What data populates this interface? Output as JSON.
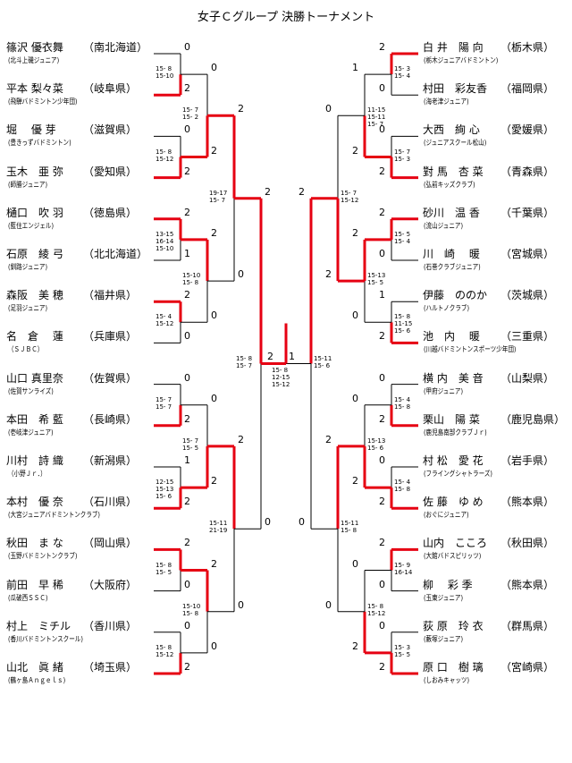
{
  "title": "女子Ｃグループ 決勝トーナメント",
  "left_players": [
    {
      "name": "篠沢 優衣舞",
      "pref": "（南北海道）",
      "club": "(北斗上磯ジュニア)"
    },
    {
      "name": "平本 梨々菜",
      "pref": "（岐阜県）",
      "club": "(飛騨バドミントン少年団)"
    },
    {
      "name": "堀　 優 芽",
      "pref": "（滋賀県）",
      "club": "(豊きっずバドミントン)"
    },
    {
      "name": "玉木　亜 弥",
      "pref": "（愛知県）",
      "club": "(師勝ジュニア)"
    },
    {
      "name": "樋口　吹 羽",
      "pref": "（徳島県）",
      "club": "(藍住エンジェル)"
    },
    {
      "name": "石原　綾 弓",
      "pref": "（北北海道）",
      "club": "(釧路ジュニア)"
    },
    {
      "name": "森阪　美 穂",
      "pref": "（福井県）",
      "club": "(足羽ジュニア)"
    },
    {
      "name": "名　倉　 蓮",
      "pref": "（兵庫県）",
      "club": "（ＳＪＢＣ）"
    },
    {
      "name": "山口 真里奈",
      "pref": "（佐賀県）",
      "club": "(佐賀サンライズ)"
    },
    {
      "name": "本田　希 藍",
      "pref": "（長崎県）",
      "club": "(壱岐津ジュニア)"
    },
    {
      "name": "川村　詩 織",
      "pref": "（新潟県）",
      "club": "（小野Ｊｒ．）"
    },
    {
      "name": "本村　優 奈",
      "pref": "（石川県）",
      "club": "(大宮ジュニアバドミントンクラブ)"
    },
    {
      "name": "秋田　ま な",
      "pref": "（岡山県）",
      "club": "(玉野バドミントンクラブ)"
    },
    {
      "name": "前田　早 稀",
      "pref": "（大阪府）",
      "club": "(瓜破西ＳＳＣ)"
    },
    {
      "name": "村上　ミチル",
      "pref": "（香川県）",
      "club": "(香川バドミントンスクール)"
    },
    {
      "name": "山北　眞 緒",
      "pref": "（埼玉県）",
      "club": "(鶴ヶ島Ａｎｇｅｌｓ)"
    }
  ],
  "right_players": [
    {
      "name": "白 井　陽 向",
      "pref": "（栃木県）",
      "club": "(栃木ジュニアバドミントン)"
    },
    {
      "name": "村田　彩友香",
      "pref": "（福岡県）",
      "club": "(海老津ジュニア)"
    },
    {
      "name": "大西　絢 心",
      "pref": "（愛媛県）",
      "club": "(ジュニアスクール松山)"
    },
    {
      "name": "對 馬　杏 菜",
      "pref": "（青森県）",
      "club": "(弘前キッズクラブ)"
    },
    {
      "name": "砂川　温 香",
      "pref": "（千葉県）",
      "club": "(流山ジュニア)"
    },
    {
      "name": "川　崎　 暖",
      "pref": "（宮城県）",
      "club": "(石巻クラブジュニア)"
    },
    {
      "name": "伊藤　ののか",
      "pref": "（茨城県）",
      "club": "(ハルトノクラブ)"
    },
    {
      "name": "池　内　 暖",
      "pref": "（三重県）",
      "club": "(川越バドミントンスポーツ少年団)"
    },
    {
      "name": "横 内　美 音",
      "pref": "（山梨県）",
      "club": "(甲府ジュニア)"
    },
    {
      "name": "栗山　陽 菜",
      "pref": "（鹿児島県）",
      "club": "(鹿児島南部クラブＪｒ)"
    },
    {
      "name": "村 松　愛 花",
      "pref": "（岩手県）",
      "club": "(フライングシャトラーズ)"
    },
    {
      "name": "佐 藤　ゆ め",
      "pref": "（熊本県）",
      "club": "(おぐにジュニア)"
    },
    {
      "name": "山内　こころ",
      "pref": "（秋田県）",
      "club": "(大館バドスピリッツ)"
    },
    {
      "name": "柳　 彩 季",
      "pref": "（熊本県）",
      "club": "(玉東ジュニア)"
    },
    {
      "name": "荻 原　玲 衣",
      "pref": "（群馬県）",
      "club": "(藪塚ジュニア)"
    },
    {
      "name": "原 口　樹 璃",
      "pref": "（宮崎県）",
      "club": "(しおみキャッツ)"
    }
  ],
  "left_r1": [
    {
      "top": "0",
      "bottom": "2",
      "score": "15- 8\n15-10"
    },
    {
      "top": "0",
      "bottom": "2",
      "score": "15- 8\n15-12"
    },
    {
      "top": "2",
      "bottom": "1",
      "score": "13-15\n16-14\n15-10"
    },
    {
      "top": "2",
      "bottom": "0",
      "score": "15- 4\n15-12"
    },
    {
      "top": "0",
      "bottom": "2",
      "score": "15- 7\n15- 7"
    },
    {
      "top": "1",
      "bottom": "2",
      "score": "12-15\n15-13\n15- 6"
    },
    {
      "top": "2",
      "bottom": "0",
      "score": "15- 8\n15- 5"
    },
    {
      "top": "0",
      "bottom": "2",
      "score": "15- 8\n15-12"
    }
  ],
  "left_r2": [
    {
      "top": "0",
      "bottom": "2",
      "score": "15- 7\n15- 2"
    },
    {
      "top": "2",
      "bottom": "0",
      "score": "15-10\n15- 8"
    },
    {
      "top": "0",
      "bottom": "2",
      "score": "15- 7\n15- 5"
    },
    {
      "top": "2",
      "bottom": "0",
      "score": "15-10\n15- 8"
    }
  ],
  "left_r3": [
    {
      "top": "2",
      "bottom": "0",
      "score": "19-17\n15- 7"
    },
    {
      "top": "2",
      "bottom": "0",
      "score": "15-11\n21-19"
    }
  ],
  "left_final": {
    "top": "2",
    "bottom": "0",
    "score": "15- 8\n15- 7"
  },
  "right_r1": [
    {
      "top": "2",
      "bottom": "0",
      "score": "15- 3\n15- 4"
    },
    {
      "top": "0",
      "bottom": "2",
      "score": "15- 7\n15- 3"
    },
    {
      "top": "2",
      "bottom": "0",
      "score": "15- 5\n15- 4"
    },
    {
      "top": "1",
      "bottom": "2",
      "score": "15- 8\n11-15\n15- 6"
    },
    {
      "top": "0",
      "bottom": "2",
      "score": "15- 4\n15- 8"
    },
    {
      "top": "0",
      "bottom": "2",
      "score": "15- 4\n15- 8"
    },
    {
      "top": "2",
      "bottom": "0",
      "score": "15- 9\n16-14"
    },
    {
      "top": "0",
      "bottom": "2",
      "score": "15- 3\n15- 5"
    }
  ],
  "right_r2": [
    {
      "top": "1",
      "bottom": "2",
      "score": "11-15\n15-11\n15- 7"
    },
    {
      "top": "2",
      "bottom": "0",
      "score": "15-13\n15- 5"
    },
    {
      "top": "0",
      "bottom": "2",
      "score": "15-13\n15- 6"
    },
    {
      "top": "0",
      "bottom": "2",
      "score": "15- 8\n15-12"
    }
  ],
  "right_r3": [
    {
      "top": "0",
      "bottom": "2",
      "score": "15- 7\n15-12"
    },
    {
      "top": "2",
      "bottom": "0",
      "score": "15-11\n15- 8"
    }
  ],
  "right_final": {
    "top": "2",
    "bottom": "0",
    "score": "15-11\n15- 6"
  },
  "championship": {
    "left": "2",
    "right": "1",
    "score": "15- 8\n12-15\n15-12"
  },
  "colors": {
    "win": "#e60012",
    "line": "#000000"
  }
}
